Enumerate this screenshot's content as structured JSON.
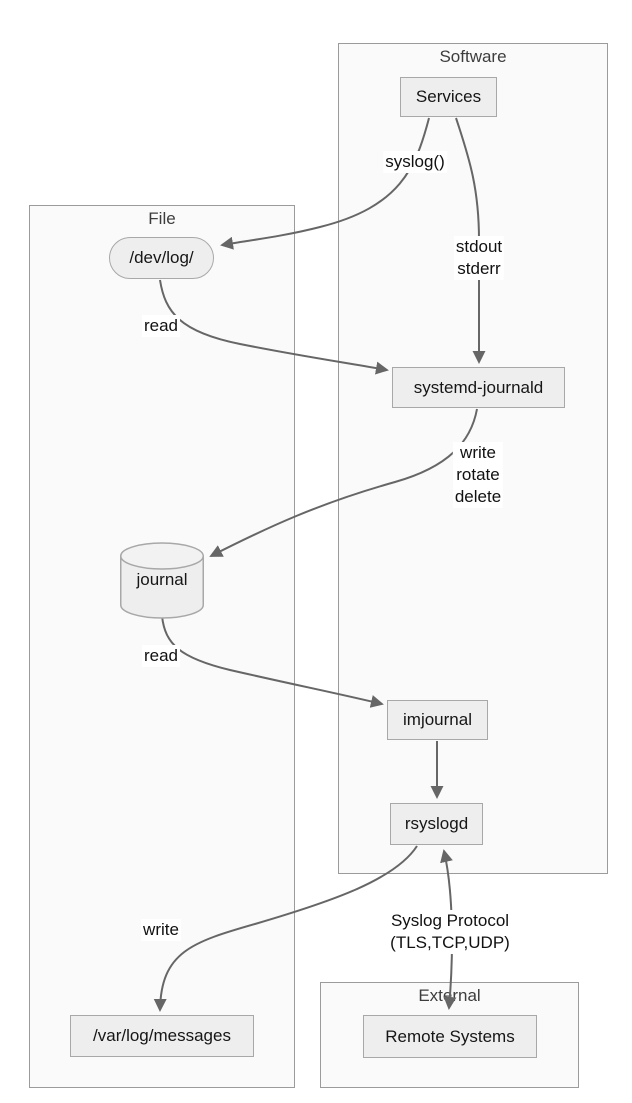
{
  "diagram": {
    "containers": {
      "software": {
        "title": "Software"
      },
      "file": {
        "title": "File"
      },
      "external": {
        "title": "External"
      }
    },
    "nodes": {
      "services": {
        "label": "Services"
      },
      "dev_log": {
        "label": "/dev/log/"
      },
      "systemd_journald": {
        "label": "systemd-journald"
      },
      "journal": {
        "label": "journal"
      },
      "imjournal": {
        "label": "imjournal"
      },
      "rsyslogd": {
        "label": "rsyslogd"
      },
      "var_log_messages": {
        "label": "/var/log/messages"
      },
      "remote_systems": {
        "label": "Remote Systems"
      }
    },
    "edges": {
      "syslog_call": {
        "label": "syslog()"
      },
      "stdout_stderr": {
        "lines": [
          "stdout",
          "stderr"
        ]
      },
      "read_devlog": {
        "label": "read"
      },
      "write_rotate_delete": {
        "lines": [
          "write",
          "rotate",
          "delete"
        ]
      },
      "read_journal": {
        "label": "read"
      },
      "write_messages": {
        "label": "write"
      },
      "syslog_protocol": {
        "lines": [
          "Syslog Protocol",
          "(TLS,TCP,UDP)"
        ]
      }
    },
    "colors": {
      "node_fill": "#eeeeee",
      "node_border": "#a8a8a8",
      "container_fill": "#fafafa",
      "container_border": "#9b9b9b",
      "edge": "#666666",
      "label_text": "#111111",
      "container_title": "#3d3d3d"
    }
  }
}
